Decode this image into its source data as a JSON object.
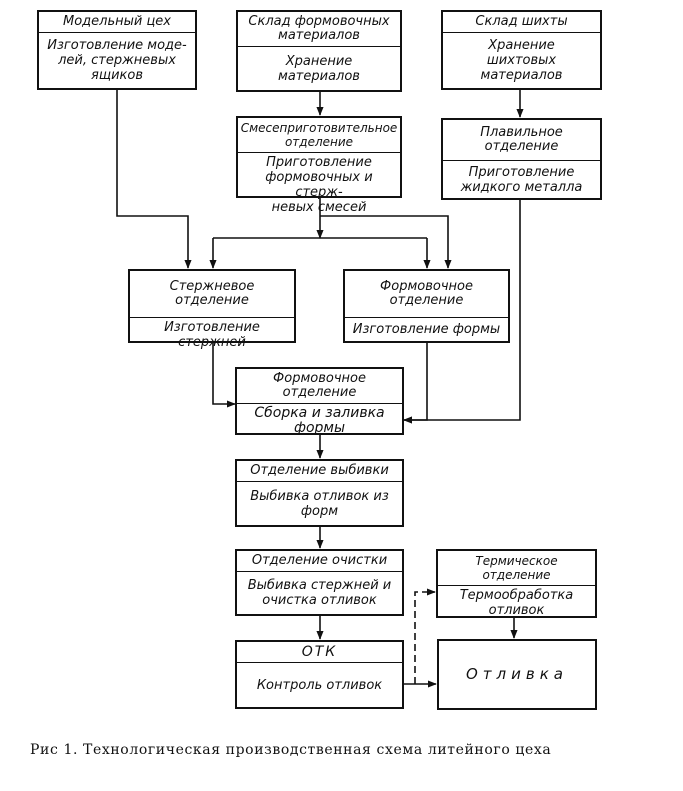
{
  "nodes": {
    "model_shop": {
      "title": "Модельный   цех",
      "body": "Изготовление моде-\nлей, стержневых\nящиков"
    },
    "molding_warehouse": {
      "title": "Склад формовочных\nматериалов",
      "body": "Хранение\nматериалов"
    },
    "charge_warehouse": {
      "title": "Склад шихты",
      "body": "Хранение\nшихтовых\nматериалов"
    },
    "mixing": {
      "title": "Смесеприготовительное\nотделение",
      "body": "Приготовление\nформовочных и стерж-\nневых смесей"
    },
    "melting": {
      "title": "Плавильное отделение",
      "body": "Приготовление\nжидкого металла"
    },
    "core": {
      "title": "Стержневое отделение",
      "body": "Изготовление стержней"
    },
    "molding": {
      "title": "Формовочное отделение",
      "body": "Изготовление формы"
    },
    "assembly": {
      "title": "Формовочное отделение",
      "body": "Сборка и заливка\nформы"
    },
    "knockout": {
      "title": "Отделение  выбивки",
      "body": "Выбивка отливок из\nформ"
    },
    "cleaning": {
      "title": "Отделение  очистки",
      "body": "Выбивка стержней и\nочистка отливок"
    },
    "heat": {
      "title": "Термическое отделение",
      "body": "Термообработка\nотливок"
    },
    "qc": {
      "title": "ОТК",
      "body": "Контроль отливок"
    },
    "casting": {
      "body": "Отливка"
    }
  },
  "caption": "Рис 1. Технологическая производственная схема литейного цеха"
}
